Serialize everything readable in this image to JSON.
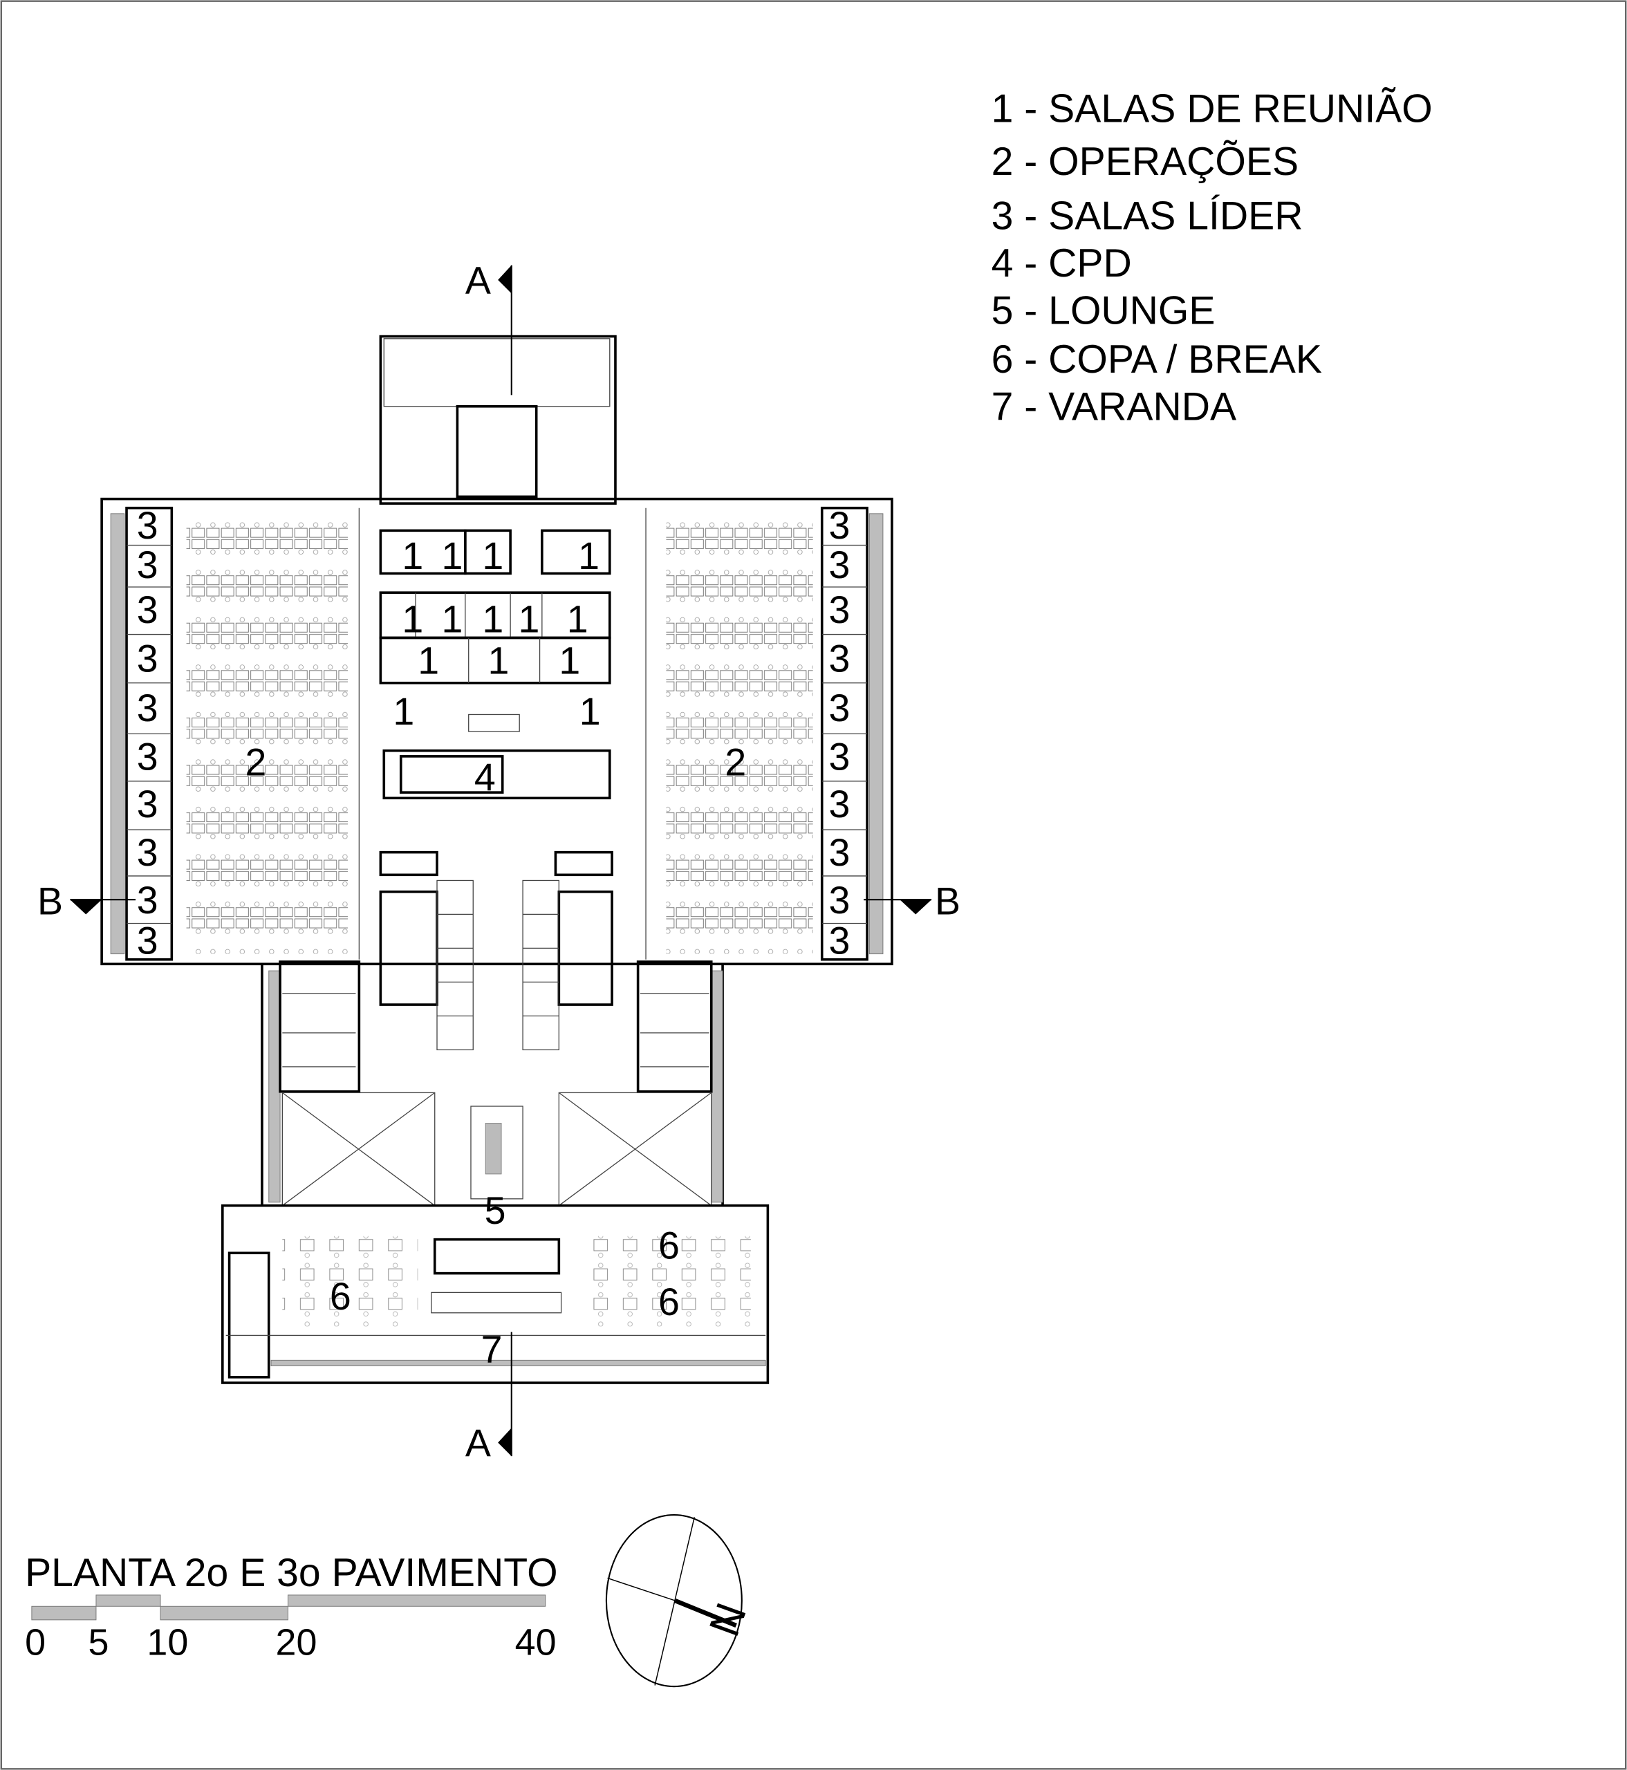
{
  "legend": {
    "items": [
      "1 - SALAS DE REUNIÃO",
      "2 - OPERAÇÕES",
      "3 - SALAS LÍDER",
      "4 - CPD",
      "5 - LOUNGE",
      "6 - COPA / BREAK",
      "7 - VARANDA"
    ]
  },
  "plan": {
    "title": "PLANTA 2o E 3o PAVIMENTO",
    "section_marks": {
      "a": "A",
      "b": "B"
    },
    "room_labels": {
      "meeting": "1",
      "operations": "2",
      "leader": "3",
      "cpd": "4",
      "lounge": "5",
      "break": "6",
      "balcony": "7"
    }
  },
  "scale_bar": {
    "ticks": [
      "0",
      "5",
      "10",
      "20",
      "40"
    ]
  },
  "north_arrow": {
    "label": "N"
  }
}
